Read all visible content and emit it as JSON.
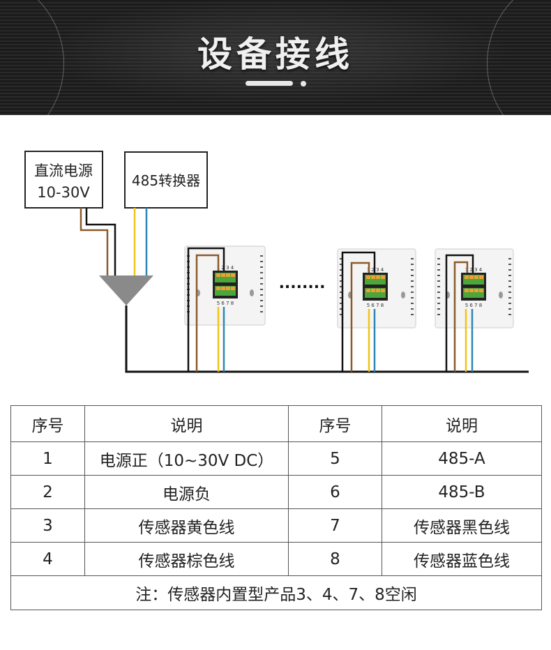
{
  "banner": {
    "title": "设备接线"
  },
  "diagram": {
    "power_box_line1": "直流电源",
    "power_box_line2": "10-30V",
    "converter_label": "485转换器",
    "ellipsis": "........",
    "terminal_top_numbers": "1 2 3 4",
    "terminal_bottom_numbers": "5 6 7 8",
    "colors": {
      "brown": "#8b5a2b",
      "yellow": "#f0c419",
      "blue": "#2f86b5",
      "black": "#111111",
      "grey_triangle": "#8a8a8a",
      "terminal_green": "#4ca63c",
      "terminal_orange": "#f0a030"
    }
  },
  "table": {
    "headers": [
      "序号",
      "说明",
      "序号",
      "说明"
    ],
    "rows": [
      [
        "1",
        "电源正（10~30V DC）",
        "5",
        "485-A"
      ],
      [
        "2",
        "电源负",
        "6",
        "485-B"
      ],
      [
        "3",
        "传感器黄色线",
        "7",
        "传感器黑色线"
      ],
      [
        "4",
        "传感器棕色线",
        "8",
        "传感器蓝色线"
      ]
    ],
    "note": "注：传感器内置型产品3、4、7、8空闲"
  }
}
